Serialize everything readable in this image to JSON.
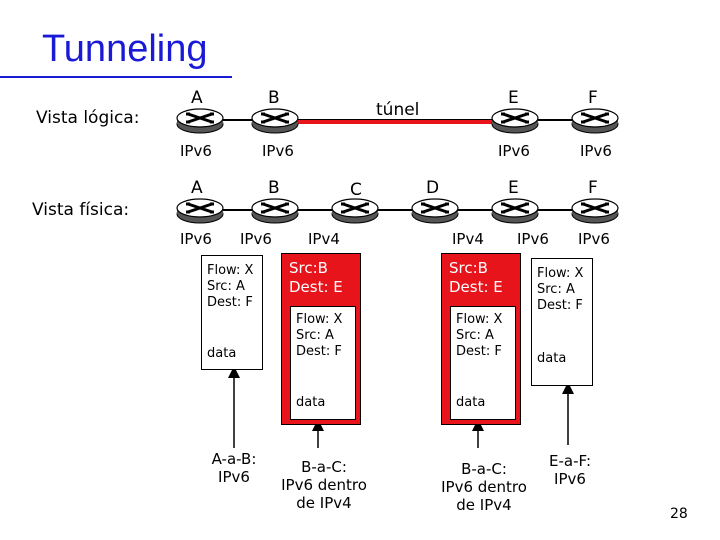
{
  "title": "Tunneling",
  "logical_view": {
    "label": "Vista lógica:",
    "routers": [
      "A",
      "B",
      "E",
      "F"
    ],
    "protocols": [
      "IPv6",
      "IPv6",
      "IPv6",
      "IPv6"
    ],
    "tunnel_label": "túnel"
  },
  "physical_view": {
    "label": "Vista física:",
    "routers": [
      "A",
      "B",
      "C",
      "D",
      "E",
      "F"
    ],
    "link_labels": [
      "IPv6",
      "IPv6",
      "IPv4",
      "IPv4",
      "IPv6",
      "IPv6"
    ]
  },
  "packets": {
    "p1": {
      "flow": "Flow: X",
      "src": "Src: A",
      "dest": "Dest: F",
      "data": "data"
    },
    "p2": {
      "outer_src": "Src:B",
      "outer_dest": "Dest: E",
      "flow": "Flow: X",
      "src": "Src: A",
      "dest": "Dest: F",
      "data": "data"
    },
    "p3": {
      "outer_src": "Src:B",
      "outer_dest": "Dest: E",
      "flow": "Flow: X",
      "src": "Src: A",
      "dest": "Dest: F",
      "data": "data"
    },
    "p4": {
      "flow": "Flow: X",
      "src": "Src: A",
      "dest": "Dest: F",
      "data": "data"
    }
  },
  "captions": {
    "a_to_b": [
      "A-a-B:",
      "IPv6"
    ],
    "b_to_c": [
      "B-a-C:",
      "IPv6 dentro",
      "de IPv4"
    ],
    "d_to_e": [
      "B-a-C:",
      "IPv6 dentro",
      "de IPv4"
    ],
    "e_to_f": [
      "E-a-F:",
      "IPv6"
    ]
  },
  "page_number": "28",
  "colors": {
    "title": "#1a1ad6",
    "tunnel_packet": "#e8141c"
  }
}
